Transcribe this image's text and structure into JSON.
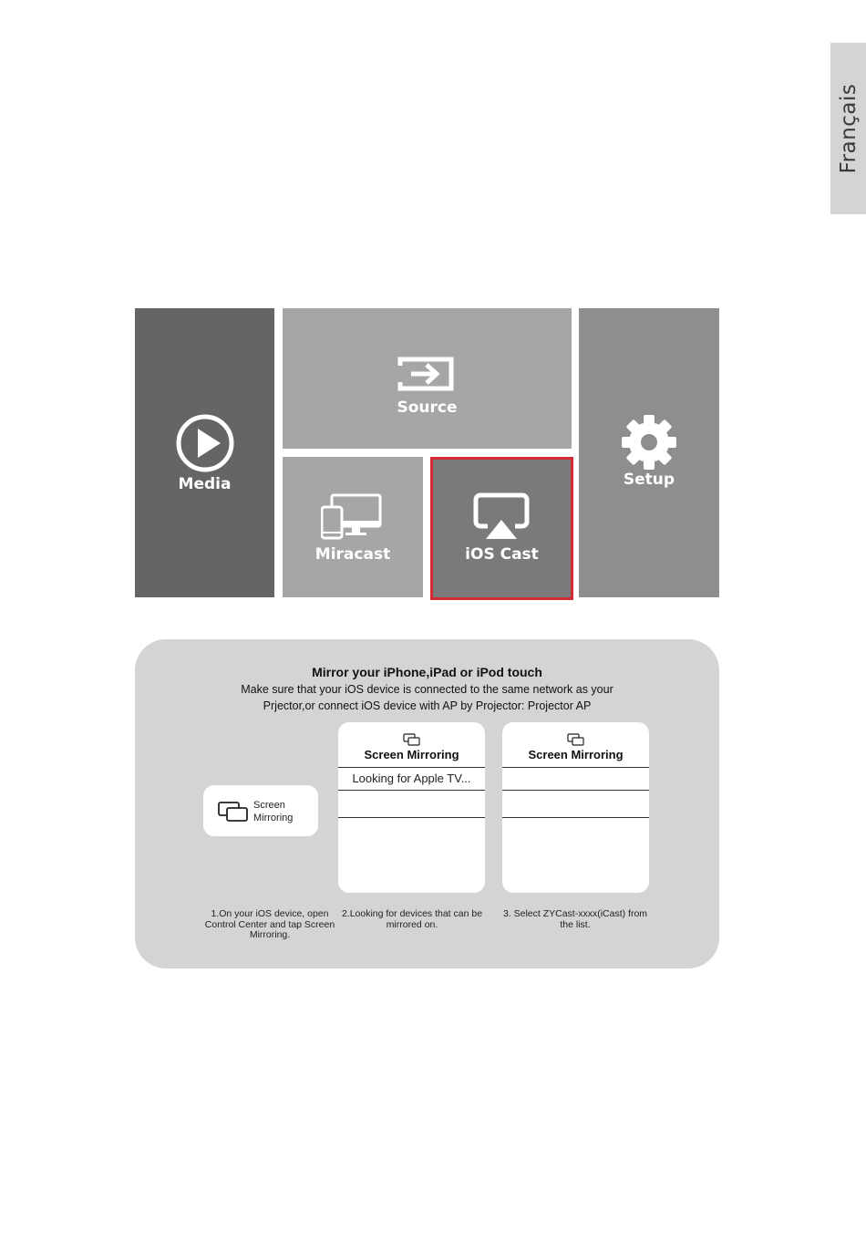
{
  "side_tab": {
    "language": "Français"
  },
  "tiles": {
    "media": "Media",
    "source": "Source",
    "setup": "Setup",
    "miracast": "Miracast",
    "ios_cast": "iOS Cast"
  },
  "colors": {
    "selected_border": "#d42a36"
  },
  "instructions": {
    "title": "Mirror your iPhone,iPad or iPod touch",
    "line1": "Make sure that your iOS device is connected to the same network as your",
    "line2": "Prjector,or connect iOS device with AP by Projector: Projector AP",
    "control_center_button": {
      "line1": "Screen",
      "line2": "Mirroring"
    },
    "card1": {
      "title": "Screen Mirroring",
      "status": "Looking for Apple TV..."
    },
    "card2": {
      "title": "Screen Mirroring"
    },
    "captions": {
      "step1": "1.On your iOS device, open Control Center and tap Screen Mirroring.",
      "step2": "2.Looking for devices that can be mirrored on.",
      "step3": "3. Select ZYCast-xxxx(iCast) from the list."
    }
  }
}
